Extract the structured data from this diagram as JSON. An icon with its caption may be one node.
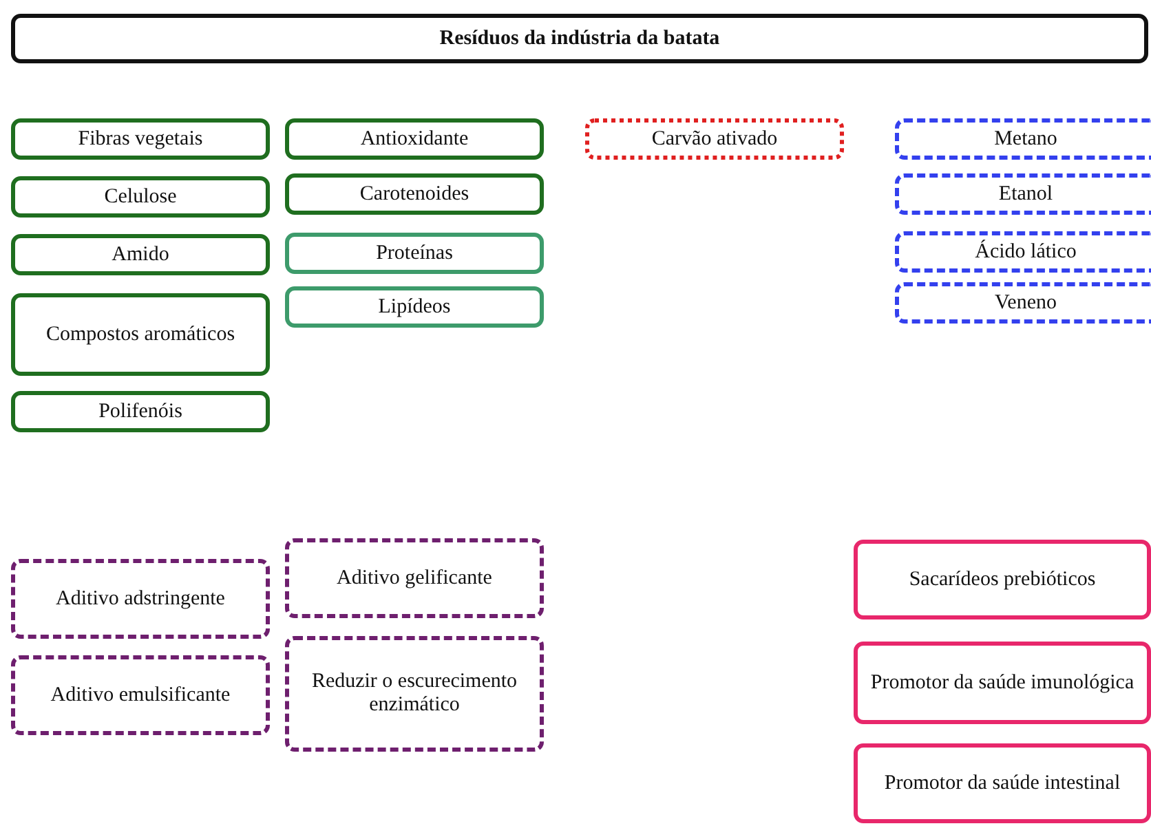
{
  "diagram": {
    "nodes": [
      {
        "text": [
          "Resíduos da indústria da batata"
        ]
      },
      {
        "text": [
          "Fibras vegetais"
        ]
      },
      {
        "text": [
          "Celulose"
        ]
      },
      {
        "text": [
          "Amido"
        ]
      },
      {
        "text": [
          "Compostos aromáticos"
        ]
      },
      {
        "text": [
          "Polifenóis"
        ]
      },
      {
        "text": [
          "Antioxidante"
        ]
      },
      {
        "text": [
          "Carotenoides"
        ]
      },
      {
        "text": [
          "Proteínas"
        ]
      },
      {
        "text": [
          "Lipídeos"
        ]
      },
      {
        "text": [
          "Carvão ativado"
        ]
      },
      {
        "text": [
          "Metano"
        ]
      },
      {
        "text": [
          "Etanol"
        ]
      },
      {
        "text": [
          "Ácido lático"
        ]
      },
      {
        "text": [
          "Veneno"
        ]
      },
      {
        "text": [
          "Aditivo adstringente"
        ]
      },
      {
        "text": [
          "Aditivo emulsificante"
        ]
      },
      {
        "text": [
          "Aditivo gelificante"
        ]
      },
      {
        "text": [
          "Reduzir o escurecimento enzimático"
        ]
      },
      {
        "text": [
          "Sacarídeos prebióticos"
        ]
      },
      {
        "text": [
          "Promotor da saúde imunológica"
        ]
      },
      {
        "text": [
          "Promotor da saúde intestinal"
        ]
      }
    ],
    "edges": []
  }
}
